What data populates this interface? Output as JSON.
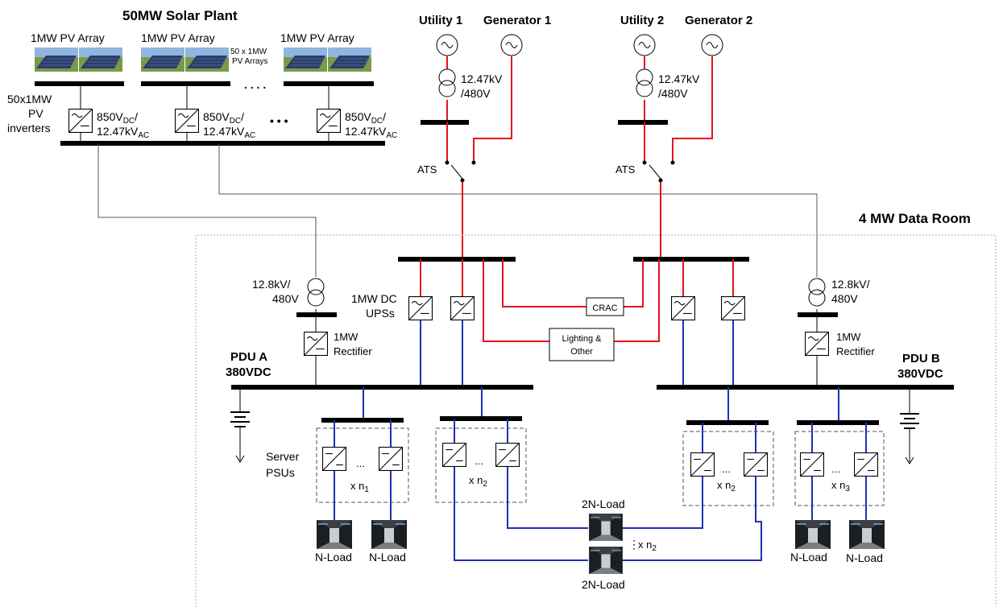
{
  "solar": {
    "title": "50MW Solar Plant",
    "array_label": "1MW PV Array",
    "arrays_note_1": "50 x 1MW",
    "arrays_note_2": "PV Arrays",
    "ellipsis": ". . . .",
    "inverters_label_1": "50x1MW",
    "inverters_label_2": "PV",
    "inverters_label_3": "inverters",
    "inv_v1_main": "850V",
    "inv_v1_sub": "DC",
    "inv_v1_slash": "/",
    "inv_v2_main": "12.47kV",
    "inv_v2_sub": "AC",
    "dots3": "• • •"
  },
  "utility": {
    "utility1": "Utility 1",
    "generator1": "Generator 1",
    "utility2": "Utility 2",
    "generator2": "Generator 2",
    "xfmr_1": "12.47kV",
    "xfmr_2": "/480V",
    "ats": "ATS"
  },
  "room": {
    "title": "4 MW Data Room",
    "xfmr_1": "12.8kV/",
    "xfmr_2": "480V",
    "rect_1": "1MW",
    "rect_2": "Rectifier",
    "ups_1": "1MW DC",
    "ups_2": "UPSs",
    "crac": "CRAC",
    "lighting_1": "Lighting &",
    "lighting_2": "Other",
    "pdu_a_1": "PDU A",
    "pdu_a_2": "380VDC",
    "pdu_b_1": "PDU B",
    "pdu_b_2": "380VDC",
    "server_1": "Server",
    "server_2": "PSUs",
    "dots": "...",
    "xn_prefix": "x n",
    "n1": "1",
    "n2": "2",
    "n3": "3",
    "n_load": "N-Load",
    "twon_load": "2N-Load",
    "vdots": "⋮",
    "x_n2": "x n"
  },
  "colors": {
    "ac_power": "#e5141b",
    "dc_power": "#1f2fb5",
    "feeder": "#555555"
  }
}
